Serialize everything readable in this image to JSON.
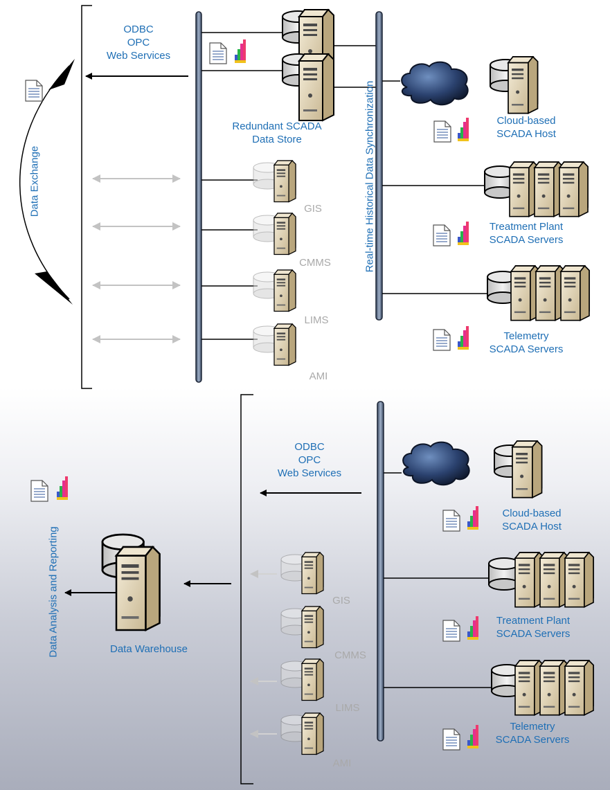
{
  "colors": {
    "label_blue": "#1f6fb5",
    "label_grey": "#a9a9a9",
    "bus": "#5b6b85",
    "server_body": "#e2d7be",
    "cloud": "#2a3f6a"
  },
  "top_section": {
    "exchange_protocols": [
      "ODBC",
      "OPC",
      "Web Services"
    ],
    "data_exchange_label": "Data Exchange",
    "redundant_store_label": [
      "Redundant SCADA",
      "Data Store"
    ],
    "sync_bus_label": "Real-time Historical Data Synchronization",
    "enterprise_systems": [
      "GIS",
      "CMMS",
      "LIMS",
      "AMI"
    ],
    "cloud_host_label": [
      "Cloud-based",
      "SCADA Host"
    ],
    "treatment_label": [
      "Treatment Plant",
      "SCADA Servers"
    ],
    "telemetry_label": [
      "Telemetry",
      "SCADA Servers"
    ]
  },
  "bottom_section": {
    "exchange_protocols": [
      "ODBC",
      "OPC",
      "Web Services"
    ],
    "analysis_label": "Data Analysis and Reporting",
    "warehouse_label": "Data Warehouse",
    "enterprise_systems": [
      "GIS",
      "CMMS",
      "LIMS",
      "AMI"
    ],
    "cloud_host_label": [
      "Cloud-based",
      "SCADA Host"
    ],
    "treatment_label": [
      "Treatment Plant",
      "SCADA Servers"
    ],
    "telemetry_label": [
      "Telemetry",
      "SCADA Servers"
    ]
  },
  "icons": [
    "document-icon",
    "bar-chart-icon",
    "server-icon",
    "database-icon",
    "cloud-icon",
    "arrow-icon"
  ]
}
